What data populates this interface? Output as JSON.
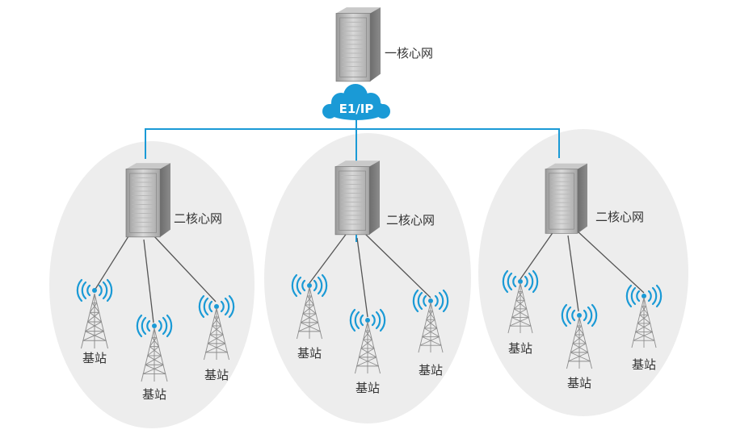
{
  "top_node": {
    "label": "一核心网"
  },
  "cloud": {
    "label": "E1/IP"
  },
  "regions": [
    {
      "core_label": "二核心网",
      "stations": [
        "基站",
        "基站",
        "基站"
      ]
    },
    {
      "core_label": "二核心网",
      "stations": [
        "基站",
        "基站",
        "基站"
      ]
    },
    {
      "core_label": "二核心网",
      "stations": [
        "基站",
        "基站",
        "基站"
      ]
    }
  ],
  "colors": {
    "link": "#1a9ad6",
    "cloud": "#1a9ad6",
    "region_fill": "#ededed",
    "tower": "#888888",
    "wave": "#1a9ad6",
    "text": "#333333"
  }
}
